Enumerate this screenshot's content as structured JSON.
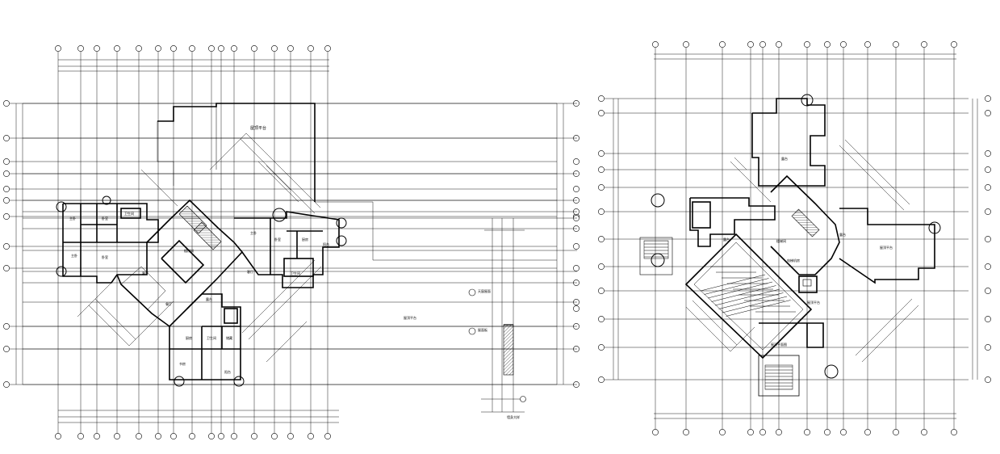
{
  "drawings": {
    "left": {
      "room_labels": [
        "主卧",
        "卧室",
        "客厅",
        "餐厅",
        "厨房",
        "卫生间",
        "书房",
        "阳台",
        "主卧",
        "卧室",
        "卫生间",
        "露台",
        "主卧",
        "卧室",
        "厨房",
        "卫生间",
        "客厅",
        "储藏",
        "阳台",
        "楼梯间"
      ],
      "terrace_label": "屋顶平台",
      "main_label": "屋顶平台",
      "section_notes": [
        "天窗屋面",
        "屋面板"
      ],
      "section_mark": "墙身大样"
    },
    "right": {
      "room_labels": [
        "露台",
        "屋顶平台",
        "屋顶平台",
        "露台",
        "电梯机房",
        "露台",
        "楼梯间"
      ],
      "note": "屋顶平面图"
    }
  }
}
